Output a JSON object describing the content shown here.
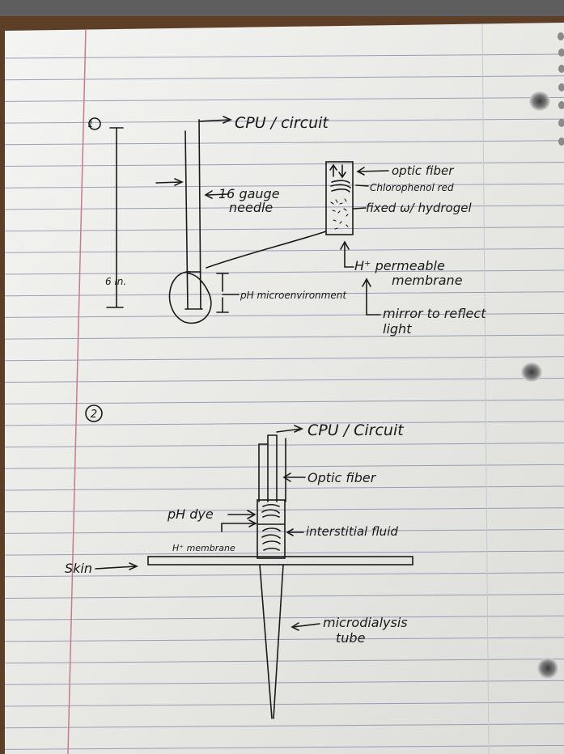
{
  "image_type": "photo of handwritten diagram on lined notebook paper",
  "diagram1": {
    "number": "1",
    "labels": {
      "cpu": "CPU / circuit",
      "needle": "16 gauge\nneedle",
      "optic": "optic fiber",
      "chloro": "Chlorophenol red",
      "fixed": "fixed ω/ hydrogel",
      "hperm": "H⁺ permeable\nmembrane",
      "ph_micro": "pH microenvironment",
      "mirror": "mirror to reflect\nlight",
      "length": "6 in."
    }
  },
  "diagram2": {
    "number": "2",
    "labels": {
      "cpu": "CPU / Circuit",
      "optic": "Optic fiber",
      "ph_dye": "pH dye",
      "interstitial": "interstitial fluid",
      "hmem": "H⁺ membrane",
      "skin": "Skin",
      "micro": "microdialysis\ntube"
    }
  }
}
